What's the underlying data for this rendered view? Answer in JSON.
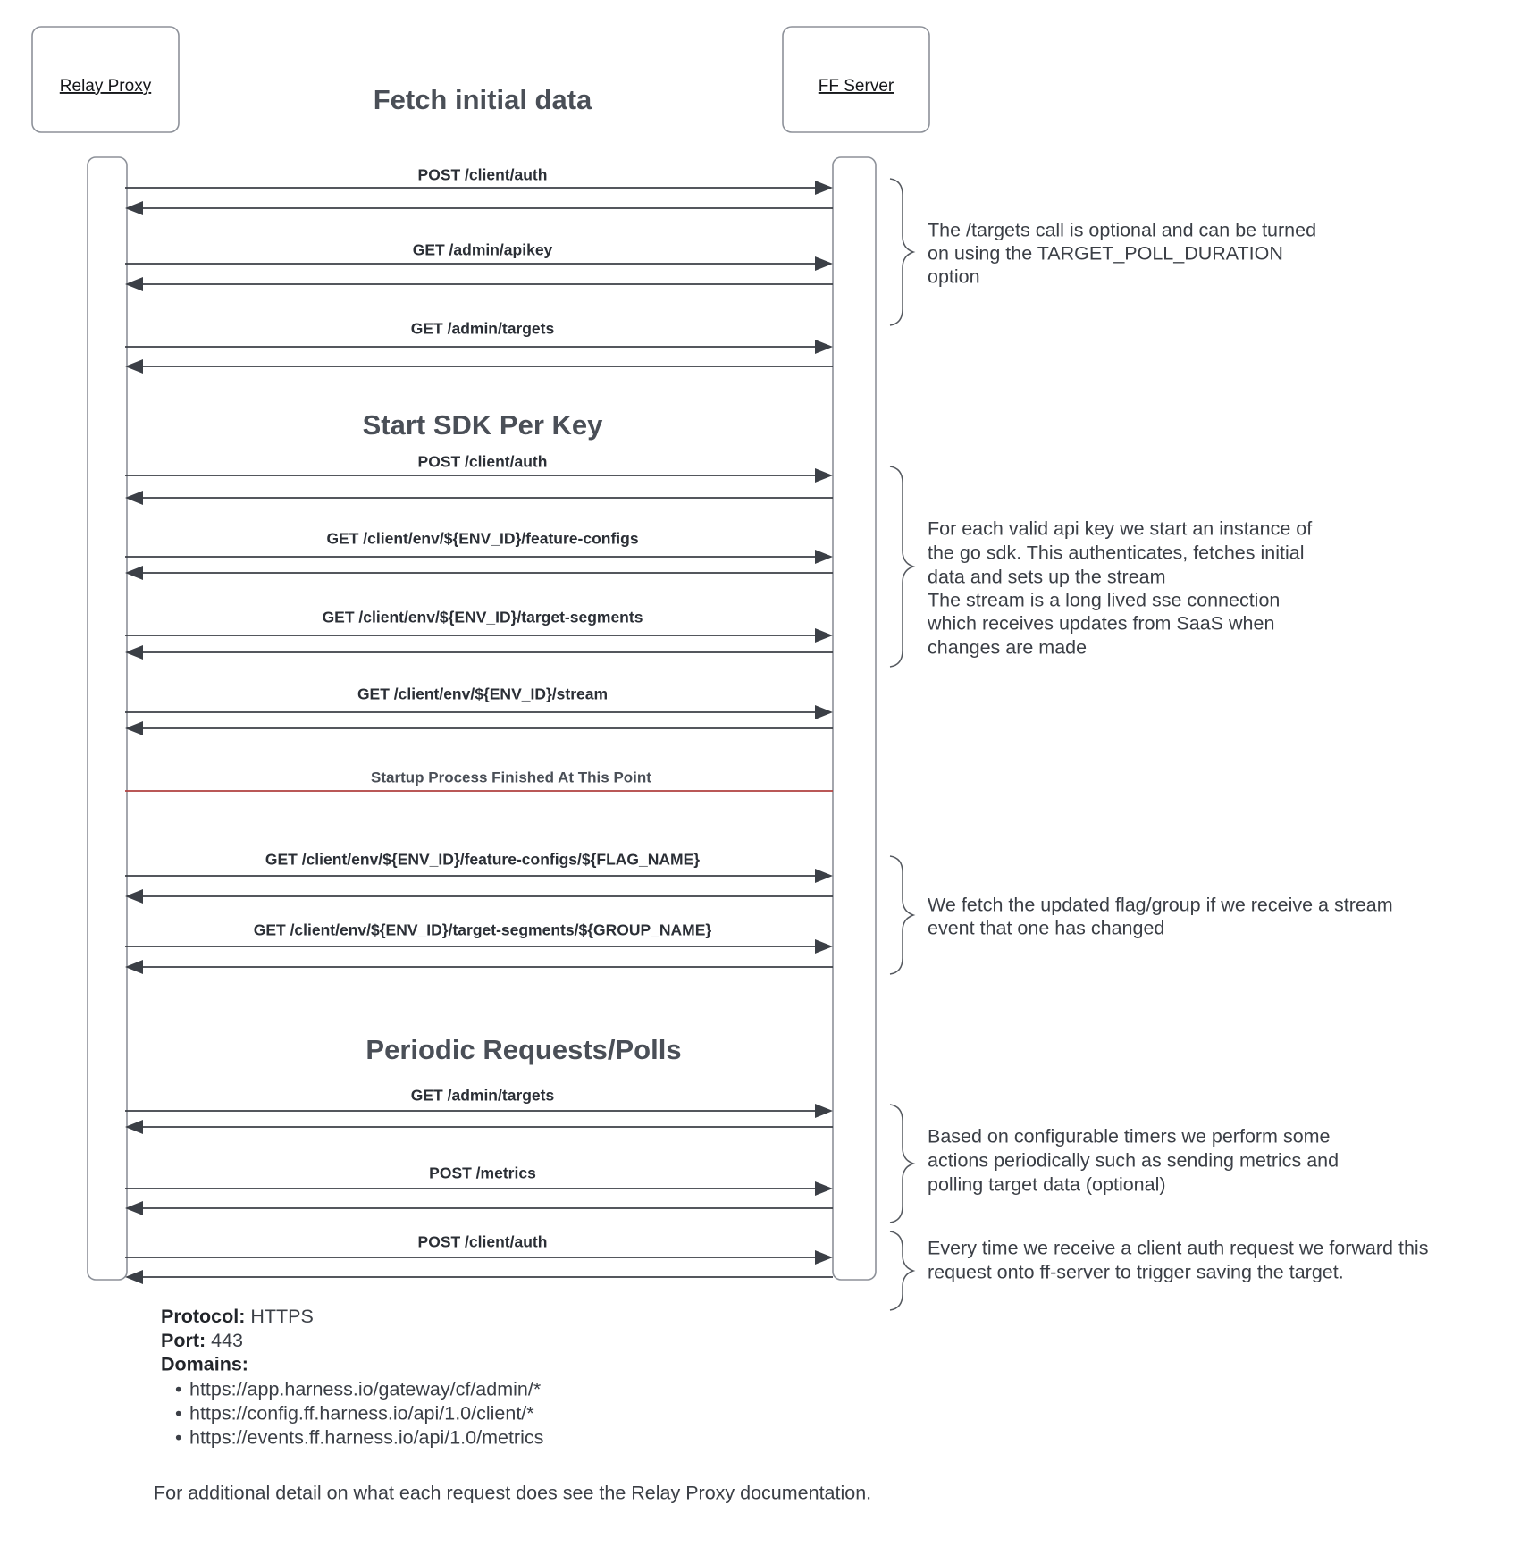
{
  "diagram": {
    "participants": [
      {
        "id": "relay-proxy",
        "label": "Relay Proxy"
      },
      {
        "id": "ff-server",
        "label": "FF Server"
      }
    ],
    "sections": [
      {
        "id": "fetch-initial-data",
        "title": "Fetch initial data"
      },
      {
        "id": "start-sdk-per-key",
        "title": "Start SDK Per Key"
      },
      {
        "id": "periodic-requests-polls",
        "title": "Periodic Requests/Polls"
      }
    ],
    "messages": [
      {
        "id": "m1",
        "label": "POST /client/auth",
        "direction": "right"
      },
      {
        "id": "m2",
        "label": "GET /admin/apikey",
        "direction": "right"
      },
      {
        "id": "m3",
        "label": "GET /admin/targets",
        "direction": "right"
      },
      {
        "id": "m4",
        "label": "POST /client/auth",
        "direction": "right"
      },
      {
        "id": "m5",
        "label": "GET /client/env/${ENV_ID}/feature-configs",
        "direction": "right"
      },
      {
        "id": "m6",
        "label": "GET /client/env/${ENV_ID}/target-segments",
        "direction": "right"
      },
      {
        "id": "m7",
        "label": "GET /client/env/${ENV_ID}/stream",
        "direction": "right"
      },
      {
        "id": "m8",
        "label": "GET /client/env/${ENV_ID}/feature-configs/${FLAG_NAME}",
        "direction": "right"
      },
      {
        "id": "m9",
        "label": "GET /client/env/${ENV_ID}/target-segments/${GROUP_NAME}",
        "direction": "right"
      },
      {
        "id": "m10",
        "label": "GET /admin/targets",
        "direction": "right"
      },
      {
        "id": "m11",
        "label": "POST /metrics",
        "direction": "right"
      },
      {
        "id": "m12",
        "label": "POST /client/auth",
        "direction": "right"
      }
    ],
    "divider": {
      "label": "Startup Process Finished At This Point",
      "color": "#b0403f"
    },
    "notes": [
      {
        "id": "note-targets-optional",
        "lines": [
          "The /targets call is optional and can be turned",
          "on using the TARGET_POLL_DURATION",
          "option"
        ]
      },
      {
        "id": "note-sdk-instance",
        "lines": [
          "For each valid api key we start an instance of",
          "the go sdk. This authenticates, fetches initial",
          "data and sets up the stream",
          "The stream is a long lived sse connection",
          "which receives updates from SaaS when",
          "changes are made"
        ]
      },
      {
        "id": "note-stream-event",
        "lines": [
          "We fetch the updated flag/group if we receive a stream",
          "event that one has changed"
        ]
      },
      {
        "id": "note-configurable-timers",
        "lines": [
          "Based on configurable timers we perform some",
          "actions periodically such as sending metrics and",
          "polling target data (optional)"
        ]
      },
      {
        "id": "note-client-auth-forward",
        "lines": [
          "Every time we receive a client auth request we forward this",
          "request onto ff-server to trigger saving the target."
        ]
      }
    ]
  },
  "footer": {
    "protocol_key": "Protocol:",
    "protocol_value": " HTTPS",
    "port_key": "Port:",
    "port_value": " 443",
    "domains_key": "Domains:",
    "domains": [
      "https://app.harness.io/gateway/cf/admin/*",
      "https://config.ff.harness.io/api/1.0/client/*",
      "https://events.ff.harness.io/api/1.0/metrics"
    ],
    "closing_note": "For additional detail on what each request does see the Relay Proxy documentation."
  }
}
